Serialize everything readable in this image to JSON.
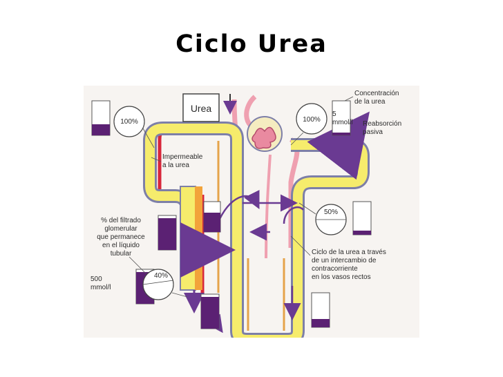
{
  "title": "Ciclo Urea",
  "labels": {
    "urea_box": "Urea",
    "impermeable_1": "Impermeable",
    "impermeable_2": "a la urea",
    "concentracion_1": "Concentración",
    "concentracion_2": "de la urea",
    "mmol_5a": "5",
    "mmol_5b": "mmol/l",
    "reabsorcion_1": "Reabsorción",
    "reabsorcion_2": "pasiva",
    "filtrado_1": "% del filtrado",
    "filtrado_2": "glomerular",
    "filtrado_3": "que permanece",
    "filtrado_4": "en el líquido",
    "filtrado_5": "tubular",
    "mmol_500a": "500",
    "mmol_500b": "mmol/l",
    "ciclo_1": "Ciclo de la urea a través",
    "ciclo_2": "de un intercambio de",
    "ciclo_3": "contracorriente",
    "ciclo_4": "en los vasos rectos"
  },
  "percentages": {
    "left_top": "100%",
    "right_top": "100%",
    "right_middle": "50%",
    "left_bottom": "40%"
  },
  "colors": {
    "tubule_yellow": "#f6ec6c",
    "tubule_wall": "#7d7fa8",
    "vessel_pink": "#efa0b0",
    "cortex_red": "#d8263a",
    "urea_purple": "#5b2173",
    "arrow_purple": "#6a3a92"
  }
}
